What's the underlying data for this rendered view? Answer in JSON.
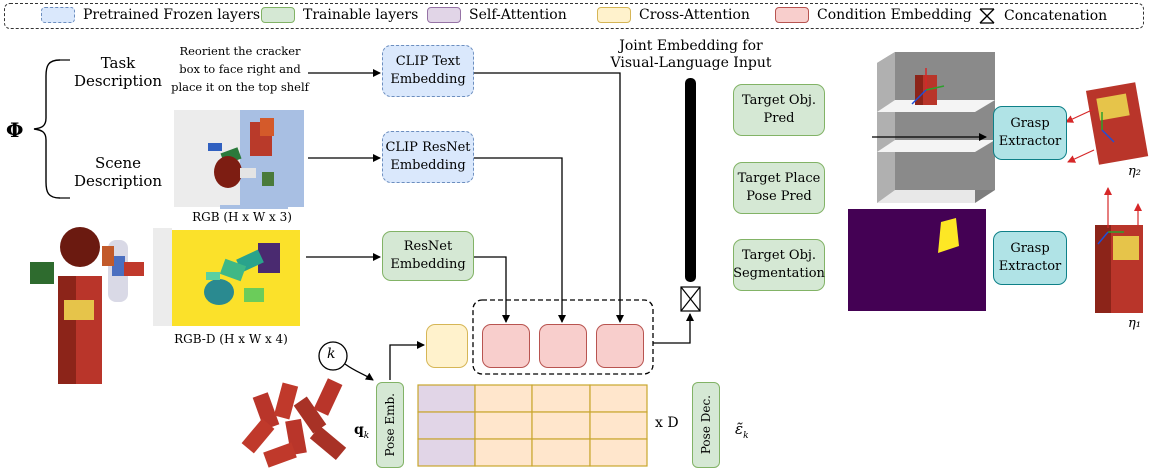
{
  "legend": [
    {
      "label": "Pretrained Frozen layers"
    },
    {
      "label": "Trainable layers"
    },
    {
      "label": "Self-Attention"
    },
    {
      "label": "Cross-Attention"
    },
    {
      "label": "Condition Embedding"
    },
    {
      "label": "Concatenation"
    }
  ],
  "phi": "Φ",
  "task_label": "Task Description",
  "scene_label": "Scene Description",
  "instruction": "Reorient the cracker box to face right and place it on the top shelf",
  "rgb_caption": "RGB (H x W x 3)",
  "rgbd_caption": "RGB-D (H x W x 4)",
  "clip_text": "CLIP Text Embedding",
  "clip_resnet": "CLIP ResNet Embedding",
  "resnet": "ResNet Embedding",
  "joint_title": "Joint Embedding for Visual-Language Input",
  "heads": [
    "Target Obj. Pred",
    "Target Place Pose Pred",
    "Target Obj. Segmentation"
  ],
  "grasp_extractor": "Grasp Extractor",
  "eta_top": "η₂",
  "eta_bottom": "η₁",
  "k_symbol": "k",
  "q_symbol": "q",
  "q_sub": "k",
  "pose_emb": "Pose Emb.",
  "times_d": "x D",
  "pose_dec": "Pose Dec.",
  "eps_symbol": "ε̃",
  "eps_sub": "k"
}
